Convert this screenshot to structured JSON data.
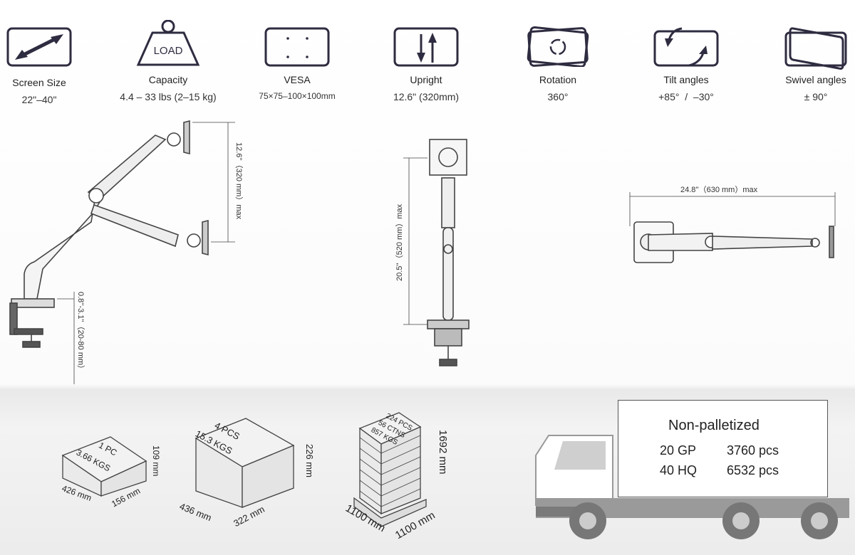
{
  "specs": [
    {
      "icon": "diagonal-arrow-icon",
      "label": "Screen Size",
      "value": "22\"–40\""
    },
    {
      "icon": "load-weight-icon",
      "label": "Capacity",
      "value": "4.4 – 33 lbs (2–15 kg)",
      "icon_text": "LOAD"
    },
    {
      "icon": "vesa-pattern-icon",
      "label": "VESA",
      "value": "75×75–100×100mm"
    },
    {
      "icon": "up-down-arrows-icon",
      "label": "Upright",
      "value": "12.6\" (320mm)"
    },
    {
      "icon": "rotation-icon",
      "label": "Rotation",
      "value": "360°"
    },
    {
      "icon": "tilt-icon",
      "label": "Tilt angles",
      "value": "+85°  /  –30°"
    },
    {
      "icon": "swivel-icon",
      "label": "Swivel angles",
      "value": "± 90°"
    }
  ],
  "dimensions": {
    "side_height": "12.6''（320 mm）max",
    "clamp_range": "0.8''-3.1''（20-80 mm）",
    "front_height": "20.5''（520 mm）max",
    "top_reach": "24.8''（630 mm）max"
  },
  "packages": [
    {
      "top": [
        "1 PC",
        "3.66 KGS"
      ],
      "length": "426 mm",
      "width": "156 mm",
      "height": "109 mm"
    },
    {
      "top": [
        "4 PCS",
        "15.3 KGS"
      ],
      "length": "436 mm",
      "width": "322 mm",
      "height": "226 mm"
    },
    {
      "top": [
        "224 PCS",
        "56 CTNS",
        "857 KGS"
      ],
      "length": "1100 mm",
      "width": "1100 mm",
      "height": "1692 mm"
    }
  ],
  "shipping": {
    "title": "Non-palletized",
    "rows": [
      {
        "container": "20 GP",
        "qty": "3760 pcs"
      },
      {
        "container": "40 HQ",
        "qty": "6532 pcs"
      }
    ]
  }
}
